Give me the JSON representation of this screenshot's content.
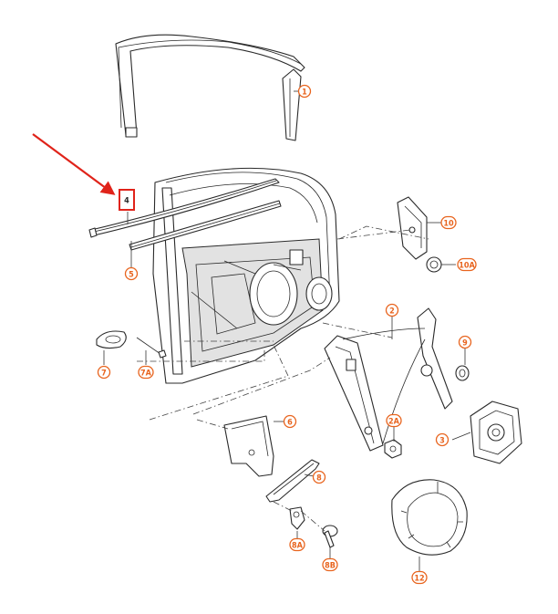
{
  "colors": {
    "callout": "#e8641e",
    "arrow": "#e0231a",
    "highlight": "#e0231a",
    "line": "#2a2a2a"
  },
  "callouts": [
    {
      "id": "c1",
      "label": "1"
    },
    {
      "id": "c2",
      "label": "2"
    },
    {
      "id": "c2a",
      "label": "2A"
    },
    {
      "id": "c3",
      "label": "3"
    },
    {
      "id": "c4",
      "label": "4"
    },
    {
      "id": "c5",
      "label": "5"
    },
    {
      "id": "c6",
      "label": "6"
    },
    {
      "id": "c7",
      "label": "7"
    },
    {
      "id": "c7a",
      "label": "7A"
    },
    {
      "id": "c8",
      "label": "8"
    },
    {
      "id": "c8a",
      "label": "8A"
    },
    {
      "id": "c8b",
      "label": "8B"
    },
    {
      "id": "c9",
      "label": "9"
    },
    {
      "id": "c10",
      "label": "10"
    },
    {
      "id": "c10a",
      "label": "10A"
    },
    {
      "id": "c12",
      "label": "12"
    }
  ]
}
